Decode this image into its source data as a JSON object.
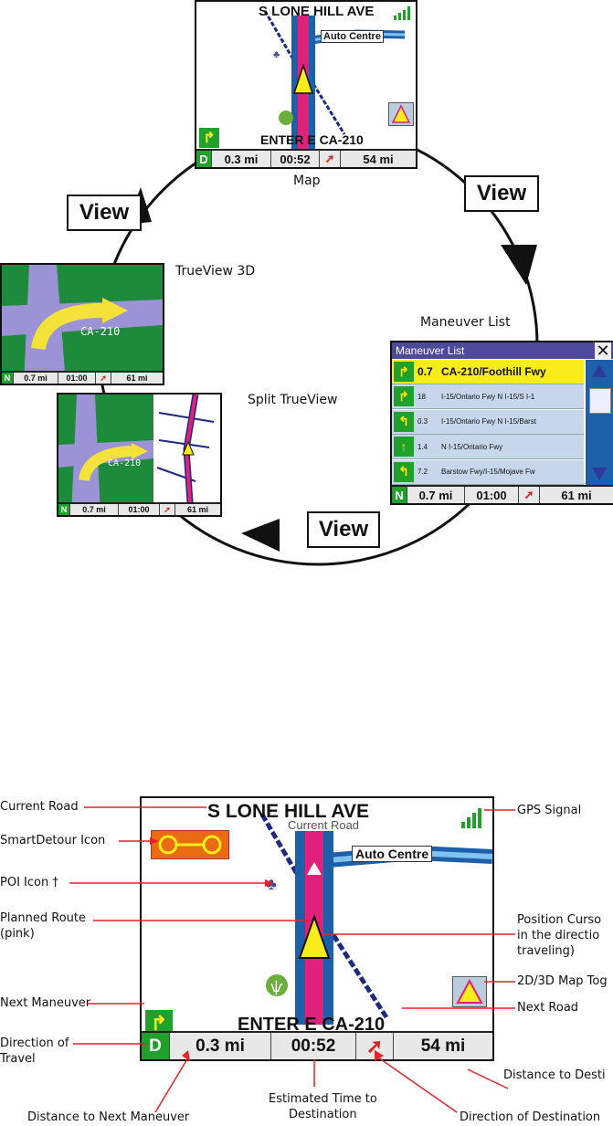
{
  "map_screen": {
    "current_road": "S LONE HILL AVE",
    "poi_label": "Auto Centre",
    "next_road": "ENTER E CA-210",
    "direction": "D",
    "dist_next": "0.3 mi",
    "time": "00:52",
    "dist_dest": "54 mi",
    "caption": "Map"
  },
  "view_label": "View",
  "trueview3d": {
    "caption": "TrueView 3D",
    "road_label": "CA-210",
    "direction": "N",
    "dist_next": "0.7 mi",
    "time": "01:00",
    "dist_dest": "61 mi"
  },
  "split": {
    "caption": "Split TrueView",
    "road_label": "CA-210",
    "direction": "N",
    "dist_next": "0.7 mi",
    "time": "01:00",
    "dist_dest": "61 mi"
  },
  "maneuver_list": {
    "caption": "Maneuver List",
    "title": "Maneuver List",
    "rows": [
      {
        "dist": "0.7",
        "text": "CA-210/Foothill Fwy"
      },
      {
        "dist": "18",
        "text": "I-15/Ontario Fwy N I-15/S I-1"
      },
      {
        "dist": "0.3",
        "text": "I-15/Ontario Fwy N I-15/Barst"
      },
      {
        "dist": "1.4",
        "text": "N I-15/Ontario Fwy"
      },
      {
        "dist": "7.2",
        "text": "Barstow Fwy/I-15/Mojave Fw"
      }
    ],
    "direction": "N",
    "dist_next": "0.7 mi",
    "time": "01:00",
    "dist_dest": "61 mi"
  },
  "annotated": {
    "current_road": "S LONE HILL AVE",
    "current_road_overlay": "Current Road",
    "poi_label": "Auto Centre",
    "next_road": "ENTER E CA-210",
    "direction": "D",
    "dist_next": "0.3 mi",
    "time": "00:52",
    "dist_dest": "54 mi",
    "left_labels": {
      "current_road": "Current Road",
      "smartdetour": "SmartDetour Icon",
      "poi": "POI Icon †",
      "route1": "Planned Route",
      "route2": "(pink)",
      "next_maneuver": "Next Maneuver",
      "direction1": "Direction of",
      "direction2": "Travel"
    },
    "right_labels": {
      "gps": "GPS Signal",
      "position1": "Position Curso",
      "position2": "in the directio",
      "position3": "traveling)",
      "map_toggle": "2D/3D Map Tog",
      "next_road": "Next Road",
      "dist_dest": "Distance to Desti"
    },
    "bottom_labels": {
      "dist_next": "Distance to Next Maneuver",
      "eta1": "Estimated Time to",
      "eta2": "Destination",
      "dir_dest": "Direction of Destination"
    }
  }
}
